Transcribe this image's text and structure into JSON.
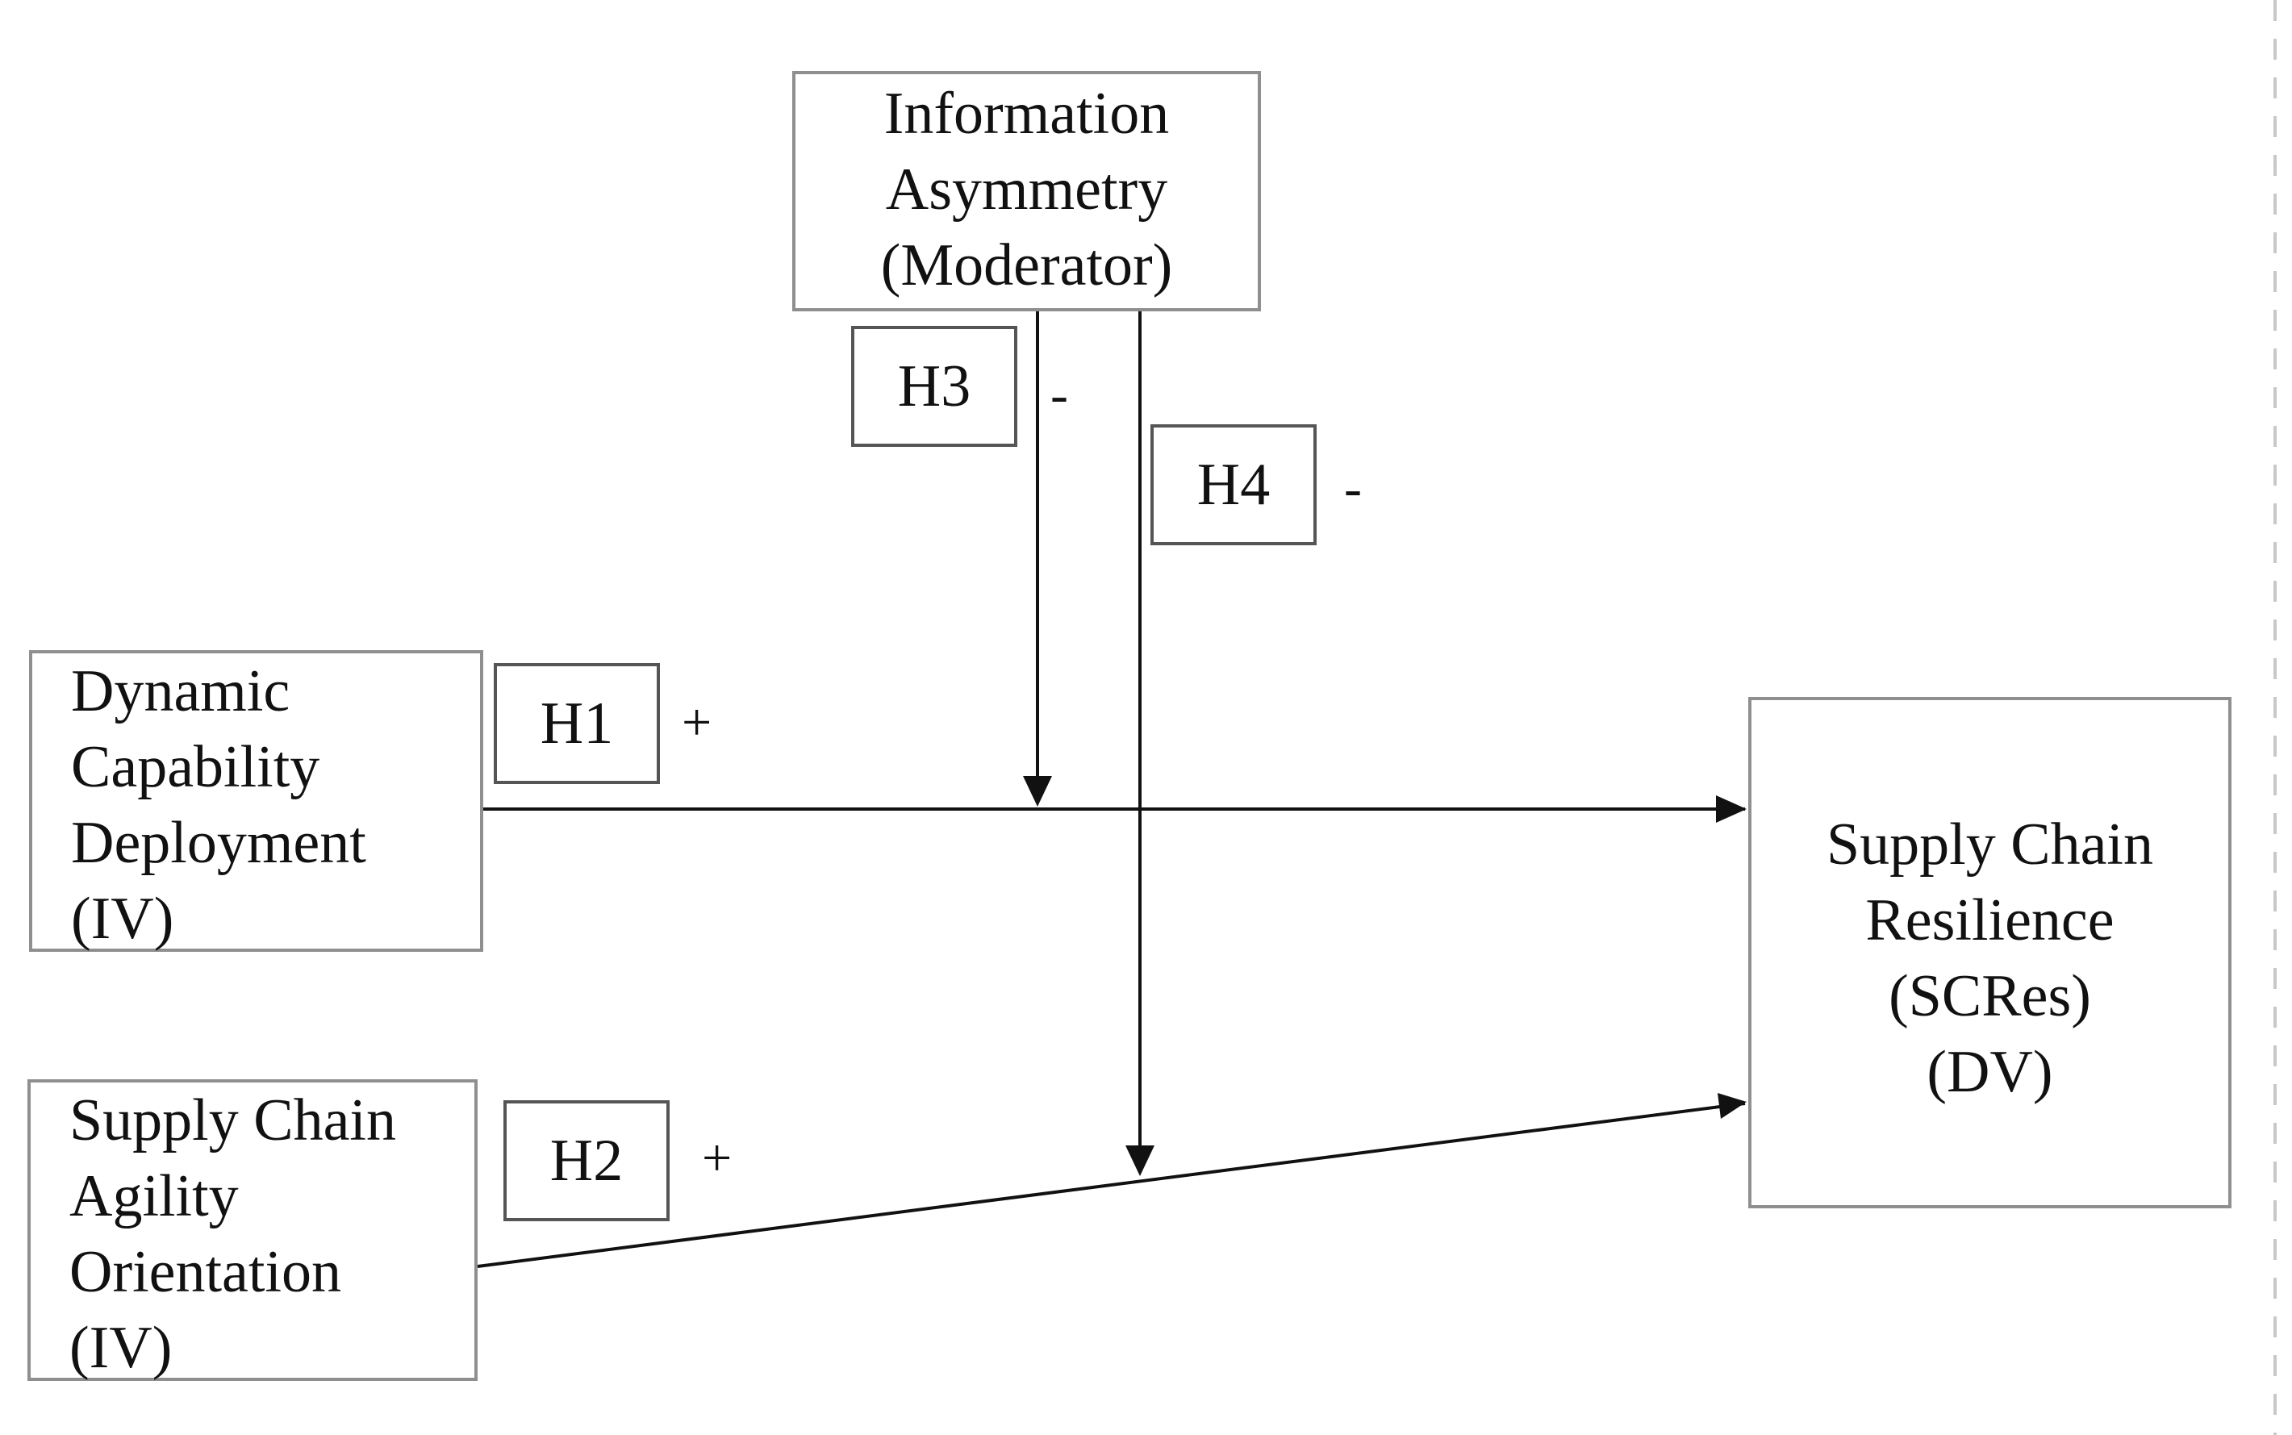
{
  "nodes": {
    "moderator": [
      "Information",
      "Asymmetry",
      "(Moderator)"
    ],
    "iv1": [
      "Dynamic",
      "Capability",
      "Deployment",
      "(IV)"
    ],
    "iv2": [
      "Supply Chain",
      "Agility",
      "Orientation",
      "(IV)"
    ],
    "dv": [
      "Supply Chain",
      "Resilience",
      "(SCRes)",
      "(DV)"
    ]
  },
  "hypotheses": {
    "h1": {
      "label": "H1",
      "sign": "+"
    },
    "h2": {
      "label": "H2",
      "sign": "+"
    },
    "h3": {
      "label": "H3",
      "sign": "-"
    },
    "h4": {
      "label": "H4",
      "sign": "-"
    }
  },
  "colors": {
    "box_border": "#8f8f8f",
    "line": "#111111",
    "text": "#111111"
  }
}
